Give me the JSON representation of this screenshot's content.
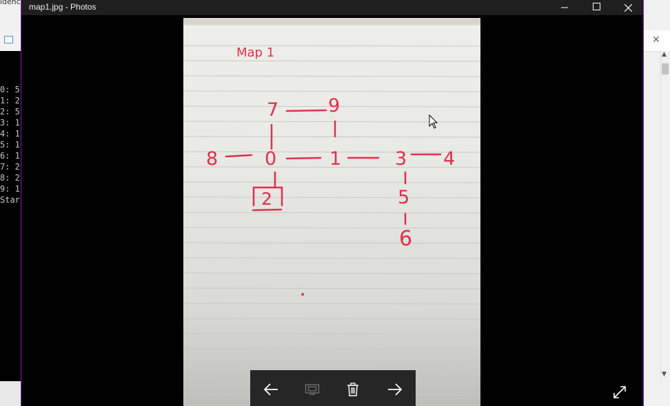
{
  "window": {
    "title": "map1.jpg - Photos",
    "minimize_icon": "minimize-icon",
    "maximize_icon": "maximize-icon",
    "close_icon": "close-icon"
  },
  "background_left": {
    "top_word": "idence",
    "console_lines": [
      "0: 5",
      "1: 2",
      "2: 5",
      "3: 1",
      "4: 1",
      "5: 1",
      "6: 1",
      "7: 2",
      "8: 2",
      "9: 1",
      "Star"
    ]
  },
  "photo": {
    "heading": "Map 1",
    "nodes": [
      "7",
      "9",
      "8",
      "0",
      "1",
      "3",
      "4",
      "2",
      "5",
      "6"
    ],
    "ink_color": "#e0304a"
  },
  "toolbar": {
    "items": [
      "previous-arrow-icon",
      "slideshow-icon",
      "delete-icon",
      "next-arrow-icon"
    ]
  },
  "fullscreen_icon": "fullscreen-icon",
  "accent_color": "#8a1fb0"
}
